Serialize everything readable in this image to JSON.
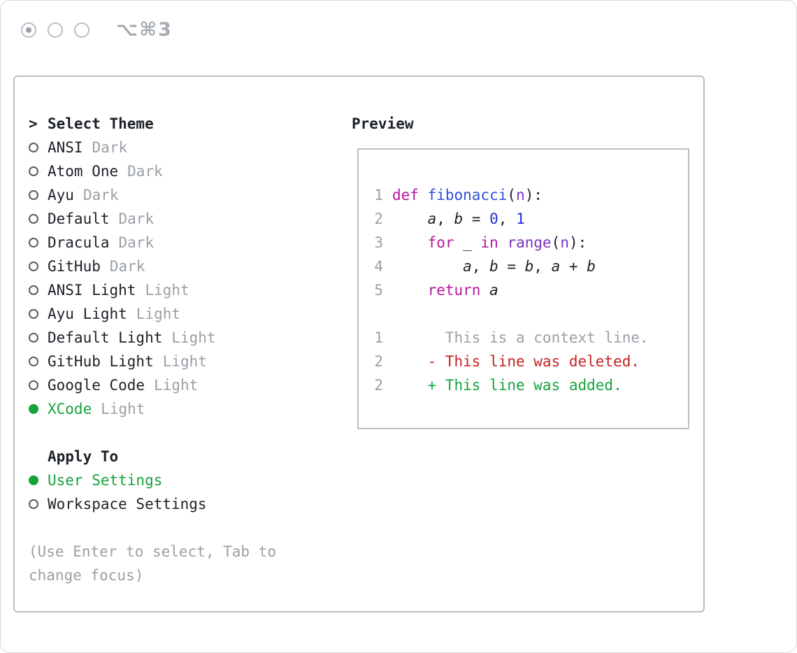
{
  "window": {
    "shortcut": "⌥⌘3"
  },
  "colors": {
    "text": "#1c2127",
    "muted": "#9aa0a6",
    "accent_green": "#17a33c",
    "keyword": "#b5179e",
    "function": "#2f4fd9",
    "number": "#1f2ed6",
    "type_purple": "#7c33c3",
    "deleted_red": "#c5221f",
    "added_green": "#17a33c",
    "panel_border": "#b7bec5"
  },
  "theme_list": {
    "prompt": ">",
    "title": "Select Theme",
    "items": [
      {
        "name": "ANSI",
        "variant": "Dark",
        "selected": false
      },
      {
        "name": "Atom One",
        "variant": "Dark",
        "selected": false
      },
      {
        "name": "Ayu",
        "variant": "Dark",
        "selected": false
      },
      {
        "name": "Default",
        "variant": "Dark",
        "selected": false
      },
      {
        "name": "Dracula",
        "variant": "Dark",
        "selected": false
      },
      {
        "name": "GitHub",
        "variant": "Dark",
        "selected": false
      },
      {
        "name": "ANSI Light",
        "variant": "Light",
        "selected": false
      },
      {
        "name": "Ayu Light",
        "variant": "Light",
        "selected": false
      },
      {
        "name": "Default Light",
        "variant": "Light",
        "selected": false
      },
      {
        "name": "GitHub Light",
        "variant": "Light",
        "selected": false
      },
      {
        "name": "Google Code",
        "variant": "Light",
        "selected": false
      },
      {
        "name": "XCode",
        "variant": "Light",
        "selected": true
      }
    ]
  },
  "apply_to": {
    "title": "Apply To",
    "items": [
      {
        "name": "User Settings",
        "selected": true
      },
      {
        "name": "Workspace Settings",
        "selected": false
      }
    ]
  },
  "hint": "(Use Enter to select, Tab to change focus)",
  "preview": {
    "title": "Preview",
    "lines": [
      {
        "num": "1",
        "tokens": [
          {
            "t": "def ",
            "c": "kw"
          },
          {
            "t": "fibonacci",
            "c": "fn"
          },
          {
            "t": "(",
            "c": "plain"
          },
          {
            "t": "n",
            "c": "param"
          },
          {
            "t": "):",
            "c": "plain"
          }
        ]
      },
      {
        "num": "2",
        "tokens": [
          {
            "t": "    ",
            "c": "plain"
          },
          {
            "t": "a",
            "c": "var"
          },
          {
            "t": ", ",
            "c": "plain"
          },
          {
            "t": "b",
            "c": "var"
          },
          {
            "t": " = ",
            "c": "plain"
          },
          {
            "t": "0",
            "c": "num"
          },
          {
            "t": ", ",
            "c": "plain"
          },
          {
            "t": "1",
            "c": "num"
          }
        ]
      },
      {
        "num": "3",
        "tokens": [
          {
            "t": "    ",
            "c": "plain"
          },
          {
            "t": "for",
            "c": "kw"
          },
          {
            "t": " ",
            "c": "plain"
          },
          {
            "t": "_",
            "c": "var"
          },
          {
            "t": " ",
            "c": "plain"
          },
          {
            "t": "in",
            "c": "kw"
          },
          {
            "t": " ",
            "c": "plain"
          },
          {
            "t": "range",
            "c": "purple"
          },
          {
            "t": "(",
            "c": "plain"
          },
          {
            "t": "n",
            "c": "param"
          },
          {
            "t": "):",
            "c": "plain"
          }
        ]
      },
      {
        "num": "4",
        "tokens": [
          {
            "t": "        ",
            "c": "plain"
          },
          {
            "t": "a",
            "c": "var"
          },
          {
            "t": ", ",
            "c": "plain"
          },
          {
            "t": "b",
            "c": "var"
          },
          {
            "t": " = ",
            "c": "plain"
          },
          {
            "t": "b",
            "c": "var"
          },
          {
            "t": ", ",
            "c": "plain"
          },
          {
            "t": "a",
            "c": "var"
          },
          {
            "t": " + ",
            "c": "plain"
          },
          {
            "t": "b",
            "c": "var"
          }
        ]
      },
      {
        "num": "5",
        "tokens": [
          {
            "t": "    ",
            "c": "plain"
          },
          {
            "t": "return",
            "c": "kw"
          },
          {
            "t": " ",
            "c": "plain"
          },
          {
            "t": "a",
            "c": "var"
          }
        ]
      },
      {
        "num": "",
        "tokens": []
      },
      {
        "num": "1",
        "tokens": [
          {
            "t": "      This is a context line.",
            "c": "context"
          }
        ]
      },
      {
        "num": "2",
        "tokens": [
          {
            "t": "    - This line was deleted.",
            "c": "del"
          }
        ]
      },
      {
        "num": "2",
        "tokens": [
          {
            "t": "    + This line was added.",
            "c": "add"
          }
        ]
      }
    ]
  }
}
